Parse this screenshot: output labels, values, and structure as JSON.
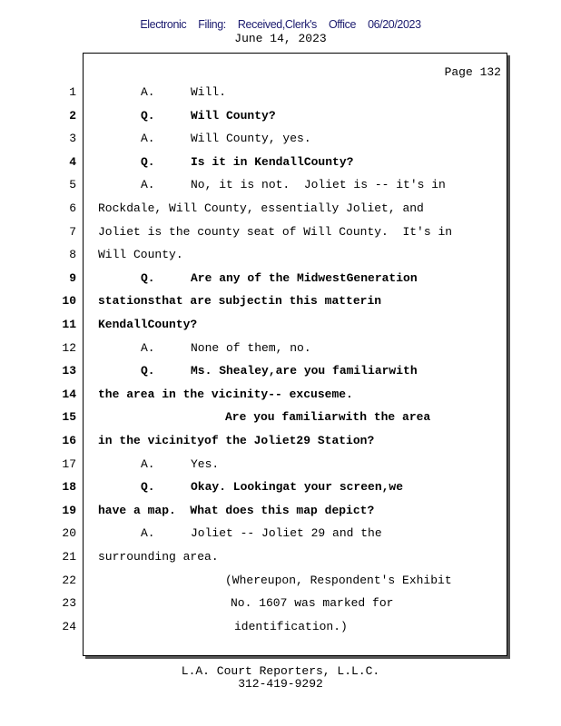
{
  "header": {
    "filing": "Electronic Filing: Received,Clerk's Office 06/20/2023",
    "date": "June 14, 2023"
  },
  "page_label": "Page 132",
  "lines": [
    {
      "num": "1",
      "label": "A.",
      "text": "Will.",
      "kind": "qa",
      "bold": false
    },
    {
      "num": "2",
      "label": "Q.",
      "text": "Will County?",
      "kind": "qa",
      "bold": true
    },
    {
      "num": "3",
      "label": "A.",
      "text": "Will County, yes.",
      "kind": "qa",
      "bold": false
    },
    {
      "num": "4",
      "label": "Q.",
      "text": "Is it in KendallCounty?",
      "kind": "qa",
      "bold": true
    },
    {
      "num": "5",
      "label": "A.",
      "text": "No, it is not.  Joliet is -- it's in",
      "kind": "qa",
      "bold": false
    },
    {
      "num": "6",
      "label": "",
      "text": "Rockdale, Will County, essentially Joliet, and",
      "kind": "cont",
      "bold": false
    },
    {
      "num": "7",
      "label": "",
      "text": "Joliet is the county seat of Will County.  It's in",
      "kind": "cont",
      "bold": false
    },
    {
      "num": "8",
      "label": "",
      "text": "Will County.",
      "kind": "cont",
      "bold": false
    },
    {
      "num": "9",
      "label": "Q.",
      "text": "Are any of the MidwestGeneration",
      "kind": "qa",
      "bold": true
    },
    {
      "num": "10",
      "label": "",
      "text": "stationsthat are subjectin this matterin",
      "kind": "cont",
      "bold": true
    },
    {
      "num": "11",
      "label": "",
      "text": "KendallCounty?",
      "kind": "cont",
      "bold": true
    },
    {
      "num": "12",
      "label": "A.",
      "text": "None of them, no.",
      "kind": "qa",
      "bold": false
    },
    {
      "num": "13",
      "label": "Q.",
      "text": "Ms. Shealey,are you familiarwith",
      "kind": "qa",
      "bold": true
    },
    {
      "num": "14",
      "label": "",
      "text": "the area in the vicinity-- excuseme.",
      "kind": "cont",
      "bold": true
    },
    {
      "num": "15",
      "label": "",
      "text": "Are you familiarwith the area",
      "kind": "ind",
      "bold": true
    },
    {
      "num": "16",
      "label": "",
      "text": "in the vicinityof the Joliet29 Station?",
      "kind": "cont",
      "bold": true
    },
    {
      "num": "17",
      "label": "A.",
      "text": "Yes.",
      "kind": "qa",
      "bold": false
    },
    {
      "num": "18",
      "label": "Q.",
      "text": "Okay. Lookingat your screen,we",
      "kind": "qa",
      "bold": true
    },
    {
      "num": "19",
      "label": "",
      "text": "have a map.  What does this map depict?",
      "kind": "cont",
      "bold": true
    },
    {
      "num": "20",
      "label": "A.",
      "text": "Joliet -- Joliet 29 and the",
      "kind": "qa",
      "bold": false
    },
    {
      "num": "21",
      "label": "",
      "text": "surrounding area.",
      "kind": "cont",
      "bold": false
    },
    {
      "num": "22",
      "label": "",
      "text": "(Whereupon, Respondent's Exhibit",
      "kind": "ind",
      "bold": false
    },
    {
      "num": "23",
      "label": "",
      "text": "No. 1607 was marked for",
      "kind": "ind2",
      "bold": false
    },
    {
      "num": "24",
      "label": "",
      "text": "identification.)",
      "kind": "ind3",
      "bold": false
    }
  ],
  "footer": {
    "company": "L.A. Court Reporters, L.L.C.",
    "phone": "312-419-9292"
  }
}
